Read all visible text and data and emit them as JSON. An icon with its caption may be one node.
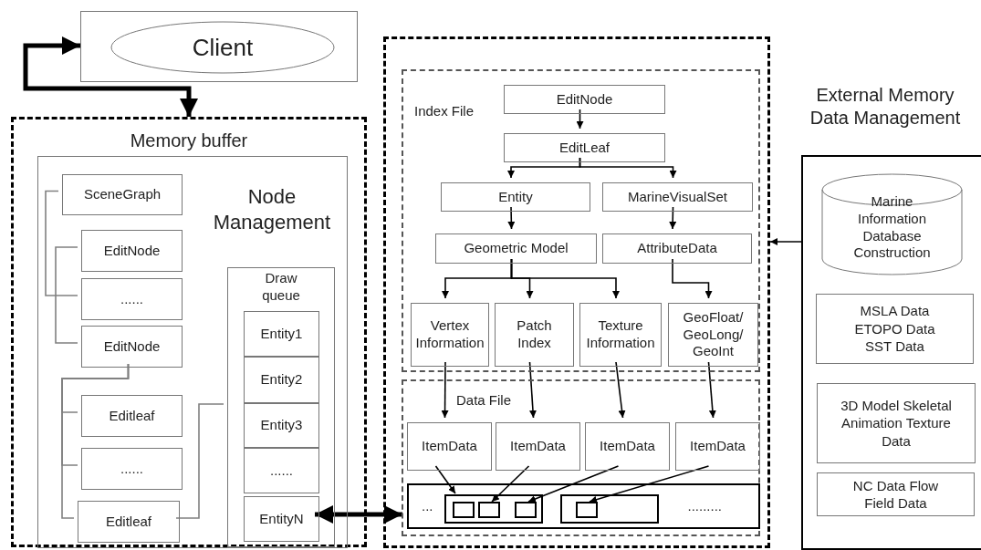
{
  "diagram": {
    "nodes": [
      {
        "text": [],
        "shape": "box"
      },
      {
        "text": [
          "Client"
        ],
        "in": 0
      },
      {
        "text": [
          "Memory buffer"
        ]
      },
      {
        "text": [
          "Node Management"
        ],
        "in": 2
      },
      {
        "text": [
          "SceneGraph"
        ],
        "in": 3
      },
      {
        "text": [
          "EditNode"
        ],
        "in": 3
      },
      {
        "text": [
          "......"
        ],
        "in": 3
      },
      {
        "text": [
          "EditNode"
        ],
        "in": 3
      },
      {
        "text": [
          "Editleaf"
        ],
        "in": 3
      },
      {
        "text": [
          "......"
        ],
        "in": 3
      },
      {
        "text": [
          "Editleaf"
        ],
        "in": 3
      },
      {
        "text": [
          "Draw queue"
        ],
        "in": 3
      },
      {
        "text": [
          "Entity1"
        ],
        "in": 11
      },
      {
        "text": [
          "Entity2"
        ],
        "in": 11
      },
      {
        "text": [
          "Entity3"
        ],
        "in": 11
      },
      {
        "text": [
          "......"
        ],
        "in": 11
      },
      {
        "text": [
          "EntityN"
        ],
        "in": 11
      },
      {
        "text": [],
        "shape": "box"
      },
      {
        "text": [
          "Index File"
        ],
        "in": 17
      },
      {
        "text": [
          "EditNode"
        ],
        "in": 18
      },
      {
        "text": [
          "EditLeaf"
        ],
        "in": 18
      },
      {
        "text": [
          "Entity"
        ],
        "in": 18
      },
      {
        "text": [
          "MarineVisualSet"
        ],
        "in": 18
      },
      {
        "text": [
          "Geometric Model"
        ],
        "in": 18
      },
      {
        "text": [
          "AttributeData"
        ],
        "in": 18
      },
      {
        "text": [
          "Vertex Information"
        ],
        "in": 18
      },
      {
        "text": [
          "Patch Index"
        ],
        "in": 18
      },
      {
        "text": [
          "Texture Information"
        ],
        "in": 18
      },
      {
        "text": [
          "GeoFloat/ GeoLong/ GeoInt"
        ],
        "in": 18
      },
      {
        "text": [
          "Data File"
        ],
        "in": 17
      },
      {
        "text": [
          "ItemData"
        ],
        "in": 29
      },
      {
        "text": [
          "ItemData"
        ],
        "in": 29
      },
      {
        "text": [
          "ItemData"
        ],
        "in": 29
      },
      {
        "text": [
          "ItemData"
        ],
        "in": 29
      },
      {
        "text": [
          "...",
          "........."
        ],
        "in": 29
      },
      {
        "text": [],
        "shape": "box",
        "in": 34
      },
      {
        "text": [],
        "shape": "box",
        "in": 35
      },
      {
        "text": [],
        "shape": "box",
        "in": 35
      },
      {
        "text": [],
        "shape": "box",
        "in": 35
      },
      {
        "text": [],
        "shape": "box",
        "in": 34
      },
      {
        "text": [],
        "shape": "box",
        "in": 39
      },
      {
        "text": [
          "External Memory Data Management"
        ]
      },
      {
        "text": [
          "Marine Information Database Construction"
        ],
        "in": 41
      },
      {
        "text": [
          "MSLA Data ETOPO Data SST Data"
        ],
        "in": 41
      },
      {
        "text": [
          "3D Model Skeletal Animation Texture Data"
        ],
        "in": 41
      },
      {
        "text": [
          "NC Data Flow Field Data"
        ],
        "in": 41
      }
    ],
    "edges": [
      {
        "from": 0,
        "to": 2,
        "arrow": "both",
        "style": "thick"
      },
      {
        "from": 16,
        "to": 34,
        "arrow": "both",
        "style": "thick"
      },
      {
        "from": 41,
        "to": 17,
        "arrow": "to"
      },
      {
        "from": 19,
        "to": 20,
        "arrow": "to"
      },
      {
        "from": 20,
        "to": 21,
        "arrow": "to"
      },
      {
        "from": 20,
        "to": 22,
        "arrow": "to"
      },
      {
        "from": 21,
        "to": 23,
        "arrow": "to"
      },
      {
        "from": 22,
        "to": 24,
        "arrow": "to"
      },
      {
        "from": 23,
        "to": 25,
        "arrow": "to"
      },
      {
        "from": 23,
        "to": 26,
        "arrow": "to"
      },
      {
        "from": 23,
        "to": 27,
        "arrow": "to"
      },
      {
        "from": 24,
        "to": 28,
        "arrow": "to"
      },
      {
        "from": 25,
        "to": 30,
        "arrow": "to"
      },
      {
        "from": 26,
        "to": 31,
        "arrow": "to"
      },
      {
        "from": 27,
        "to": 32,
        "arrow": "to"
      },
      {
        "from": 28,
        "to": 33,
        "arrow": "to"
      },
      {
        "from": 30,
        "to": 36,
        "arrow": "to"
      },
      {
        "from": 31,
        "to": 37,
        "arrow": "to"
      },
      {
        "from": 32,
        "to": 38,
        "arrow": "to"
      },
      {
        "from": 33,
        "to": 40,
        "arrow": "to"
      },
      {
        "from": 4,
        "to": 6,
        "arrow": "none",
        "color": "#808080"
      },
      {
        "from": 5,
        "to": 7,
        "arrow": "none",
        "color": "#808080"
      },
      {
        "from": 7,
        "to": 8,
        "arrow": "none",
        "color": "#808080"
      },
      {
        "from": 7,
        "to": 9,
        "arrow": "none",
        "color": "#808080"
      },
      {
        "from": 7,
        "to": 10,
        "arrow": "none",
        "color": "#808080"
      },
      {
        "from": 10,
        "to": 11,
        "arrow": "none",
        "color": "#808080"
      }
    ]
  }
}
